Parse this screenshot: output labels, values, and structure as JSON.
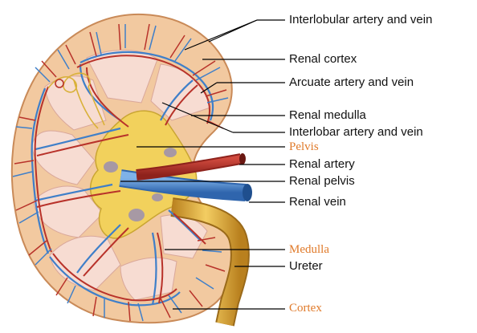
{
  "diagram": {
    "labels": {
      "interlobular": "Interlobular artery and vein",
      "renal_cortex": "Renal cortex",
      "arcuate": "Arcuate artery and vein",
      "renal_medulla": "Renal medulla",
      "interlobar": "Interlobar artery and vein",
      "pelvis_note": "Pelvis",
      "renal_artery": "Renal artery",
      "renal_pelvis": "Renal pelvis",
      "renal_vein": "Renal vein",
      "medulla_note": "Medulla",
      "ureter": "Ureter",
      "cortex_note": "Cortex"
    },
    "colors": {
      "label_text": "#111111",
      "annotation_text": "#e07a2a",
      "cortex": "#f2c9a0",
      "medulla": "#f7dcd2",
      "pelvis": "#f2d15c",
      "artery": "#b8322a",
      "vein": "#3f7fc9",
      "ureter": "#e0a93a"
    }
  }
}
